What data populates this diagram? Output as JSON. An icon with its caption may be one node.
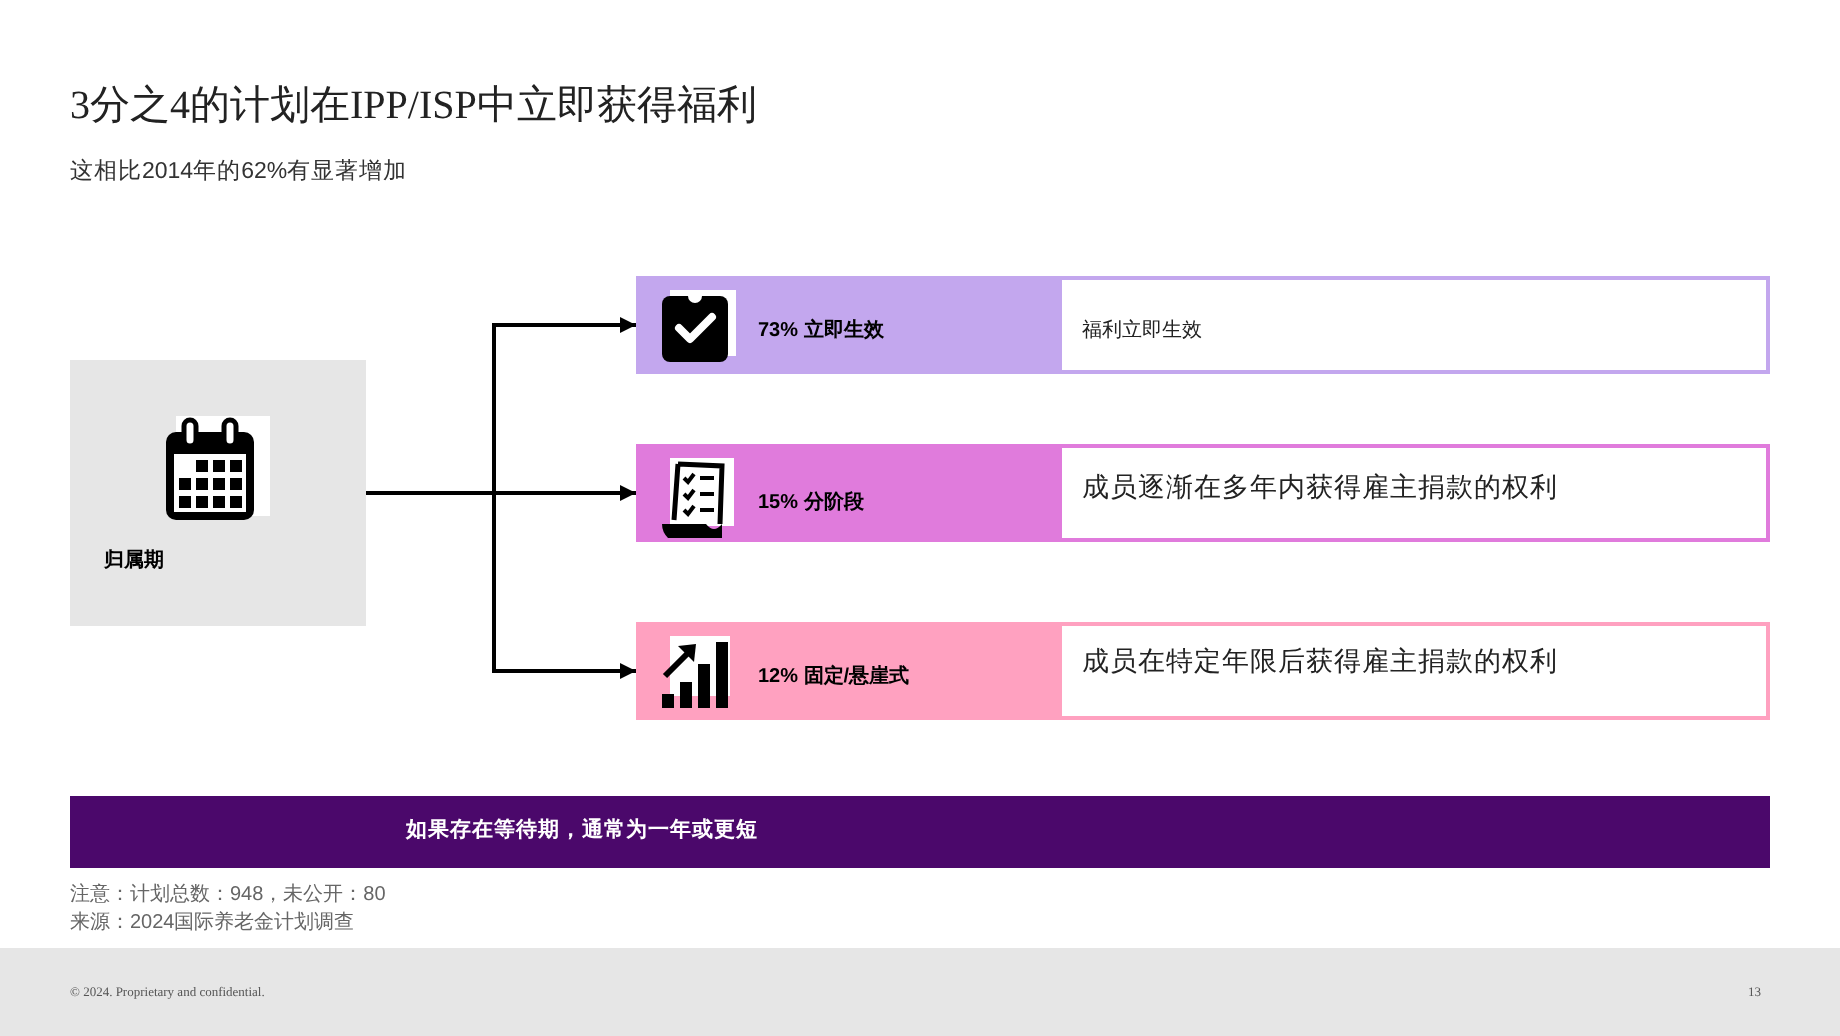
{
  "diagram": {
    "title": "3分之4的计划在IPP/ISP中立即获得福利",
    "nodes": [
      {
        "text": [
          "归属期"
        ]
      },
      {
        "text": [
          "73% 立即生效",
          "福利立即生效"
        ]
      },
      {
        "text": [
          "15% 分阶段",
          "成员逐渐在多年内获得雇主捐款的权利"
        ]
      },
      {
        "text": [
          "12% 固定/悬崖式",
          "成员在特定年限后获得雇主捐款的权利"
        ]
      },
      {
        "text": [
          "如果存在等待期，通常为一年或更短"
        ]
      }
    ],
    "edges": [
      {
        "from": 0,
        "to": 1,
        "arrow": "to"
      },
      {
        "from": 0,
        "to": 2,
        "arrow": "to"
      },
      {
        "from": 0,
        "to": 3,
        "arrow": "to"
      }
    ],
    "labels": [
      "这相比2014年的62%有显著增加",
      "注意：计划总数：948，未公开：80",
      "来源：2024国际养老金计划调查",
      "© 2024. Proprietary and confidential.",
      "13"
    ]
  }
}
